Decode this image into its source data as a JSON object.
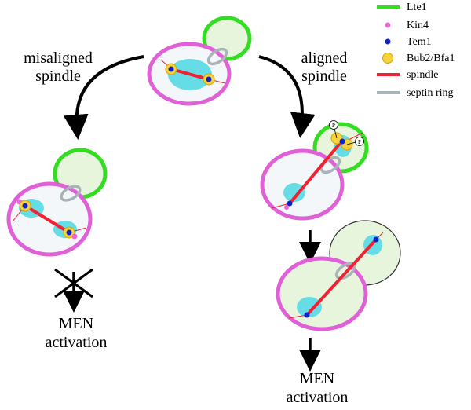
{
  "legend": {
    "items": [
      {
        "label": "Lte1",
        "symbol": "line",
        "color": "#33dd22"
      },
      {
        "label": "Kin4",
        "symbol": "dot",
        "color": "#ee66dd"
      },
      {
        "label": "Tem1",
        "symbol": "dot",
        "color": "#1122cc"
      },
      {
        "label": "Bub2/Bfa1",
        "symbol": "ring",
        "color": "#f5d33a"
      },
      {
        "label": "spindle",
        "symbol": "line",
        "color": "#ee2233"
      },
      {
        "label": "septin ring",
        "symbol": "line",
        "color": "#a8b4b8"
      }
    ]
  },
  "labels": {
    "misaligned_line1": "misaligned",
    "misaligned_line2": "spindle",
    "aligned_line1": "aligned",
    "aligned_line2": "spindle",
    "men_left_line1": "MEN",
    "men_left_line2": "activation",
    "men_right_line1": "MEN",
    "men_right_line2": "activation",
    "phospho_mark": "P"
  },
  "colors": {
    "mother_outline": "#e060d8",
    "bud_outline_active": "#33dd22",
    "bud_outline_inactive": "#333333",
    "bud_fill": "#e8f5dd",
    "mother_fill": "#f4f7fa",
    "nucleus": "#66dde6",
    "spindle": "#ee2233",
    "septin": "#a8b4b8",
    "tem1": "#1122cc",
    "kin4": "#ee66dd",
    "bub2": "#f5d33a"
  }
}
